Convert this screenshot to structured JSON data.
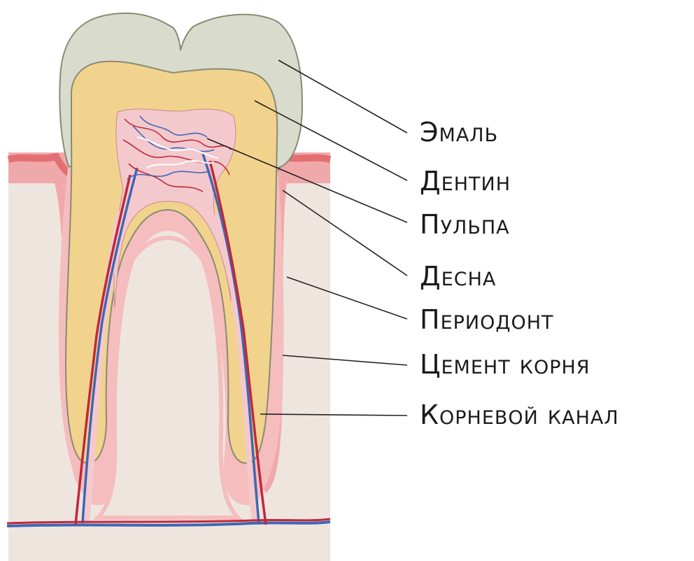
{
  "labels": [
    {
      "id": "enamel",
      "text": "Эмаль"
    },
    {
      "id": "dentin",
      "text": "Дентин"
    },
    {
      "id": "pulp",
      "text": "Пульпа"
    },
    {
      "id": "gum",
      "text": "Десна"
    },
    {
      "id": "periodontium",
      "text": "Периодонт"
    },
    {
      "id": "cementum",
      "text": "Цемент корня"
    },
    {
      "id": "root-canal",
      "text": "Корневой канал"
    }
  ],
  "colors": {
    "enamel": "#d9dccd",
    "dentin": "#f1d38e",
    "pulp": "#f3c9cd",
    "gum": "#f0a9ab",
    "gum_edge": "#e46f73",
    "periodontium": "#f5bdbd",
    "bone": "#efe5df",
    "artery": "#c0283a",
    "vein": "#3f67b5",
    "outline": "#8a8a72",
    "leader": "#222222"
  }
}
